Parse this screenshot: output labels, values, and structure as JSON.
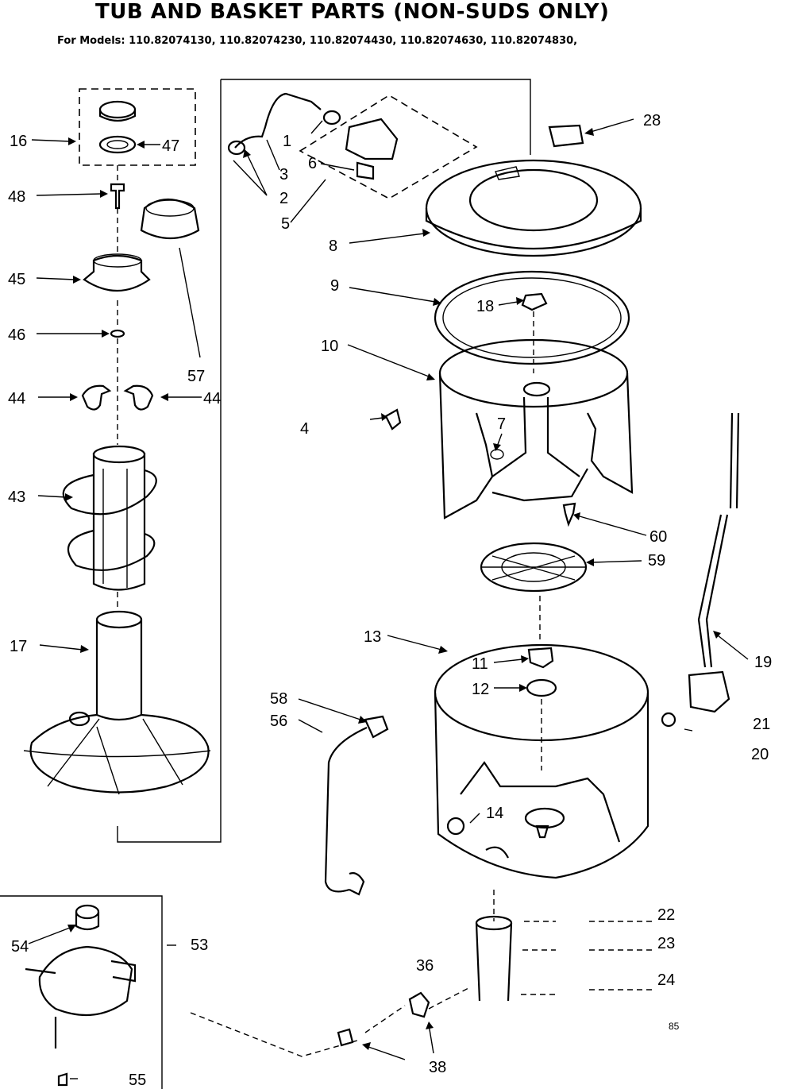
{
  "title": "TUB AND BASKET PARTS (NON-SUDS ONLY)",
  "models": "For Models: 110.82074130, 110.82074230, 110.82074430, 110.82074630, 110.82074830,",
  "callouts": {
    "c1": "1",
    "c2": "2",
    "c3": "3",
    "c4": "4",
    "c5": "5",
    "c6": "6",
    "c7": "7",
    "c8": "8",
    "c9": "9",
    "c10": "10",
    "c11": "11",
    "c12": "12",
    "c13": "13",
    "c14": "14",
    "c16": "16",
    "c17": "17",
    "c18": "18",
    "c19": "19",
    "c20": "20",
    "c21": "21",
    "c22": "22",
    "c23": "23",
    "c24": "24",
    "c28": "28",
    "c36": "36",
    "c38": "38",
    "c43": "43",
    "c44a": "44",
    "c44b": "44",
    "c45": "45",
    "c46": "46",
    "c47": "47",
    "c48": "48",
    "c53": "53",
    "c54": "54",
    "c55": "55",
    "c56": "56",
    "c57": "57",
    "c58": "58",
    "c59": "59",
    "c60": "60"
  },
  "page_mark": "85"
}
